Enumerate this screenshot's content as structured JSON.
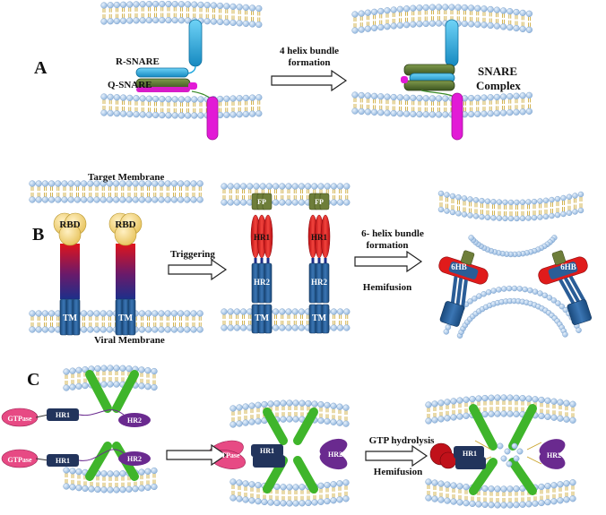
{
  "panels": {
    "A": {
      "letter": "A",
      "r_snare": "R-SNARE",
      "q_snare": "Q-SNARE",
      "arrow_line1": "4 helix bundle",
      "arrow_line2": "formation",
      "complex_line1": "SNARE",
      "complex_line2": "Complex"
    },
    "B": {
      "letter": "B",
      "target_membrane": "Target Membrane",
      "viral_membrane": "Viral Membrane",
      "rbd": "RBD",
      "tm": "TM",
      "hr1": "HR1",
      "hr2": "HR2",
      "fp": "FP",
      "triggering": "Triggering",
      "bundle_line1": "6- helix bundle",
      "bundle_line2": "formation",
      "hemifusion": "Hemifusion",
      "six_hb": "6HB"
    },
    "C": {
      "letter": "C",
      "gtpase": "GTPase",
      "hr1": "HR1",
      "hr2": "HR2",
      "gtp_hydrolysis": "GTP hydrolysis",
      "hemifusion": "Hemifusion"
    }
  },
  "colors": {
    "lipid_head": "#a9c8ea",
    "lipid_tail": "#c9a227",
    "r_snare": "#1ba6dd",
    "q_snare_green": "#4d6b2a",
    "q_snare_magenta": "#e21ad6",
    "tm_blue": "#2a5d97",
    "hr1_red": "#e01b1b",
    "fp_green": "#6e7e3a",
    "rbd_yellow": "#f3d77e",
    "gtpase_pink": "#e74a84",
    "hr1_navy": "#22345c",
    "hr2_purple": "#6a2a8f",
    "fusion_green": "#3fb52b",
    "hydrolysed_red": "#c0111a"
  }
}
